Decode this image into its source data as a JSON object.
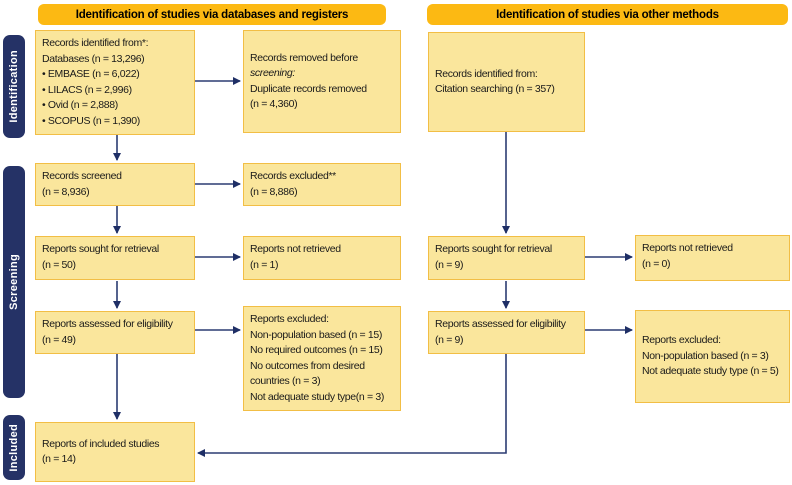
{
  "headers": {
    "left": "Identification of studies via databases and registers",
    "right": "Identification of studies via other methods"
  },
  "sidebar": {
    "identification": "Identification",
    "screening": "Screening",
    "included": "Included"
  },
  "colors": {
    "header_bg": "#FCB913",
    "box_fill": "#FAE69C",
    "box_border": "#F2BE45",
    "sidebar_bg": "#253266",
    "arrow": "#2B3C72",
    "text": "#1A1A1A"
  },
  "boxes": {
    "db_identified": {
      "lines": [
        "Records identified from*:",
        "Databases (n = 13,296)",
        "• EMBASE (n = 6,022)",
        "• LILACS (n = 2,996)",
        "• Ovid (n = 2,888)",
        "• SCOPUS (n = 1,390)"
      ]
    },
    "removed_before": {
      "lines": [
        "Records removed before",
        "screening:",
        "Duplicate records removed",
        "(n = 4,360)"
      ]
    },
    "citation_identified": {
      "lines": [
        "Records identified from:",
        "Citation searching (n = 357)"
      ]
    },
    "records_screened": {
      "lines": [
        "Records screened",
        "(n = 8,936)"
      ]
    },
    "records_excluded": {
      "lines": [
        "Records excluded**",
        "(n = 8,886)"
      ]
    },
    "sought_left": {
      "lines": [
        "Reports sought for retrieval",
        "(n = 50)"
      ]
    },
    "not_retrieved_left": {
      "lines": [
        "Reports not retrieved",
        "(n = 1)"
      ]
    },
    "sought_right": {
      "lines": [
        "Reports sought for retrieval",
        "(n = 9)"
      ]
    },
    "not_retrieved_right": {
      "lines": [
        "Reports not retrieved",
        "(n = 0)"
      ]
    },
    "assessed_left": {
      "lines": [
        "Reports assessed for eligibility",
        "(n = 49)"
      ]
    },
    "excluded_left": {
      "lines": [
        "Reports excluded:",
        "Non-population based (n = 15)",
        "No required outcomes (n = 15)",
        "No outcomes from desired",
        "countries (n = 3)",
        "Not adequate study type(n = 3)"
      ]
    },
    "assessed_right": {
      "lines": [
        "Reports assessed for eligibility",
        "(n = 9)"
      ]
    },
    "excluded_right": {
      "lines": [
        "Reports excluded:",
        "Non-population based (n = 3)",
        "Not adequate study type (n = 5)"
      ]
    },
    "included_reports": {
      "lines": [
        "Reports of included studies",
        "(n = 14)"
      ]
    }
  }
}
